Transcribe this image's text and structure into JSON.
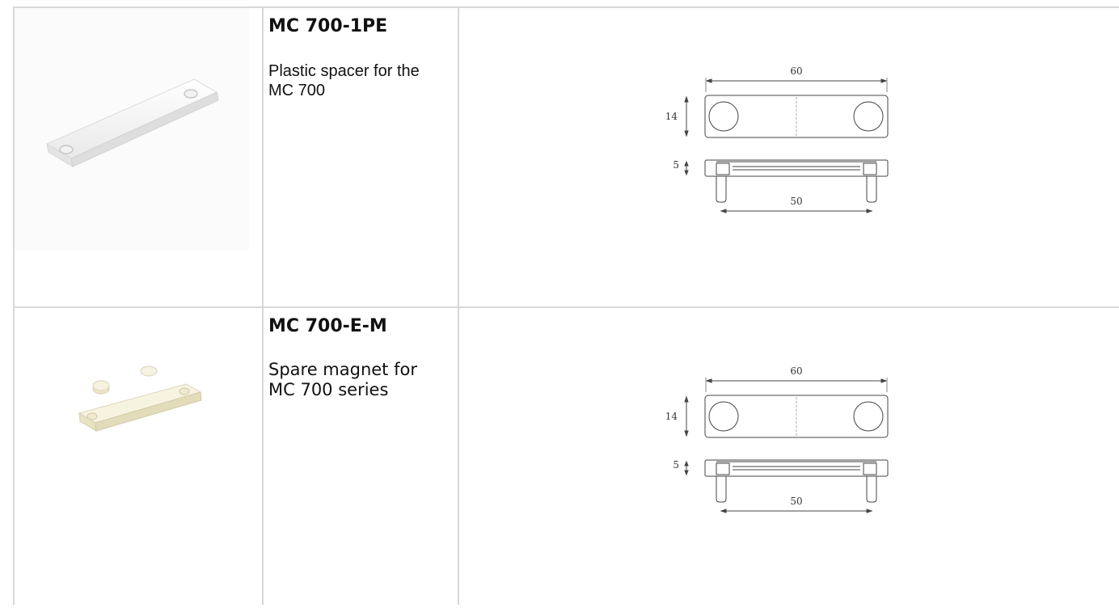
{
  "rows": [
    {
      "product": {
        "code": "MC 700-1PE",
        "description": "Plastic spacer for the MC 700",
        "image_icon": "white-plastic-spacer"
      },
      "drawing": {
        "width_label": "60",
        "height_label": "14",
        "thickness_label": "5",
        "hole_spacing_label": "50"
      }
    },
    {
      "product": {
        "code": "MC 700-E-M",
        "description": "Spare magnet for MC 700 series",
        "image_icon": "cream-magnet-set"
      },
      "drawing": {
        "width_label": "60",
        "height_label": "14",
        "thickness_label": "5",
        "hole_spacing_label": "50"
      }
    }
  ]
}
